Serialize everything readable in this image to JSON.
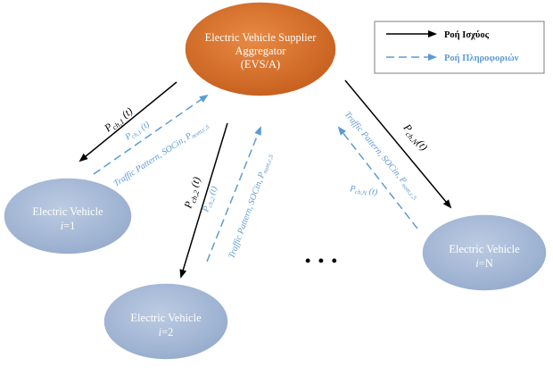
{
  "aggregator": {
    "line1": "Electric Vehicle Supplier",
    "line2": "Aggregator",
    "line3": "(EVS/A)",
    "color": "#d9702b"
  },
  "vehicles": [
    {
      "name": "Electric Vehicle",
      "index_prefix": "i",
      "index_value": "=1"
    },
    {
      "name": "Electric Vehicle",
      "index_prefix": "i",
      "index_value": "=2"
    },
    {
      "name": "Electric Vehicle",
      "index_prefix": "i",
      "index_value": "=N"
    }
  ],
  "vehicle_color": "#a6b9d6",
  "legend": {
    "power_label": "Ροή Ισχύος",
    "info_label": "Ροή Πληροφοριών"
  },
  "colors": {
    "power": "#000000",
    "info": "#5b9bd5"
  },
  "flows": {
    "power1": {
      "main": "P",
      "sub": "ch,1",
      "suffix": " (t)"
    },
    "power2": {
      "main": "P",
      "sub": "ch,2",
      "suffix": " (t)"
    },
    "powerN": {
      "main": "P",
      "sub": "ch,N",
      "suffix": "(t)"
    },
    "info1_top": {
      "main": "P",
      "sub": "ch,1",
      "suffix": " (t)"
    },
    "info2_top": {
      "main": "P",
      "sub": "ch,2",
      "suffix": " (t)"
    },
    "infoN_top": {
      "main": "P",
      "sub": "ch,N",
      "suffix": " (t)"
    },
    "traffic": {
      "text": "Traffic Pattern, SOCin, P",
      "sub": "nom,c,S"
    }
  },
  "ellipsis": "• • •"
}
